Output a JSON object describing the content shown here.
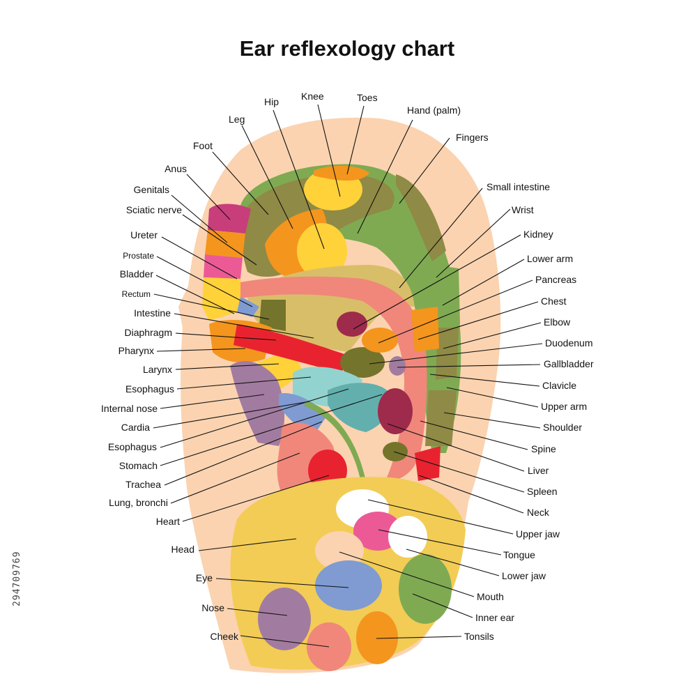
{
  "title": "Ear reflexology  chart",
  "stock_id": "294709769",
  "colors": {
    "skin": "#FBD3B0",
    "olive": "#8F8A45",
    "green": "#7FAA52",
    "salmon": "#F0877A",
    "lobe": "#F2CC55",
    "orange": "#F4951E",
    "yellow": "#FFD23A",
    "magenta": "#C83E7B",
    "pink": "#EC5A96",
    "red": "#E8232F",
    "darkred": "#9E2B4C",
    "purple": "#A27CA0",
    "teal": "#63AFAE",
    "lightteal": "#92D3CF",
    "blue": "#7F9BD2",
    "tan": "#D9BE6A",
    "darkolive": "#74742C",
    "white": "#FFFFFF"
  },
  "labels": [
    {
      "id": "toes",
      "text": "Toes"
    },
    {
      "id": "knee",
      "text": "Knee"
    },
    {
      "id": "hip",
      "text": "Hip"
    },
    {
      "id": "leg",
      "text": "Leg"
    },
    {
      "id": "foot",
      "text": "Foot"
    },
    {
      "id": "anus",
      "text": "Anus"
    },
    {
      "id": "genitals",
      "text": "Genitals"
    },
    {
      "id": "sciatic-nerve",
      "text": "Sciatic nerve"
    },
    {
      "id": "ureter",
      "text": "Ureter"
    },
    {
      "id": "prostate",
      "text": "Prostate"
    },
    {
      "id": "bladder",
      "text": "Bladder"
    },
    {
      "id": "rectum",
      "text": "Rectum"
    },
    {
      "id": "intestine",
      "text": "Intestine"
    },
    {
      "id": "diaphragm",
      "text": "Diaphragm"
    },
    {
      "id": "pharynx",
      "text": "Pharynx"
    },
    {
      "id": "larynx",
      "text": "Larynx"
    },
    {
      "id": "esophagus-1",
      "text": "Esophagus"
    },
    {
      "id": "internal-nose",
      "text": "Internal nose"
    },
    {
      "id": "cardia",
      "text": "Cardia"
    },
    {
      "id": "esophagus-2",
      "text": "Esophagus"
    },
    {
      "id": "stomach",
      "text": "Stomach"
    },
    {
      "id": "trachea",
      "text": "Trachea"
    },
    {
      "id": "lung-bronchi",
      "text": "Lung, bronchi"
    },
    {
      "id": "heart",
      "text": "Heart"
    },
    {
      "id": "head",
      "text": "Head"
    },
    {
      "id": "eye",
      "text": "Eye"
    },
    {
      "id": "nose",
      "text": "Nose"
    },
    {
      "id": "cheek",
      "text": "Cheek"
    },
    {
      "id": "hand-palm",
      "text": "Hand (palm)"
    },
    {
      "id": "fingers",
      "text": "Fingers"
    },
    {
      "id": "small-intestine",
      "text": "Small intestine"
    },
    {
      "id": "wrist",
      "text": "Wrist"
    },
    {
      "id": "kidney",
      "text": "Kidney"
    },
    {
      "id": "lower-arm",
      "text": "Lower arm"
    },
    {
      "id": "pancreas",
      "text": "Pancreas"
    },
    {
      "id": "chest",
      "text": "Chest"
    },
    {
      "id": "elbow",
      "text": "Elbow"
    },
    {
      "id": "duodenum",
      "text": "Duodenum"
    },
    {
      "id": "gallbladder",
      "text": "Gallbladder"
    },
    {
      "id": "clavicle",
      "text": "Clavicle"
    },
    {
      "id": "upper-arm",
      "text": "Upper arm"
    },
    {
      "id": "shoulder",
      "text": "Shoulder"
    },
    {
      "id": "spine",
      "text": "Spine"
    },
    {
      "id": "liver",
      "text": "Liver"
    },
    {
      "id": "spleen",
      "text": "Spleen"
    },
    {
      "id": "neck",
      "text": "Neck"
    },
    {
      "id": "upper-jaw",
      "text": "Upper jaw"
    },
    {
      "id": "tongue",
      "text": "Tongue"
    },
    {
      "id": "lower-jaw",
      "text": "Lower jaw"
    },
    {
      "id": "mouth",
      "text": "Mouth"
    },
    {
      "id": "inner-ear",
      "text": "Inner ear"
    },
    {
      "id": "tonsils",
      "text": "Tonsils"
    }
  ]
}
